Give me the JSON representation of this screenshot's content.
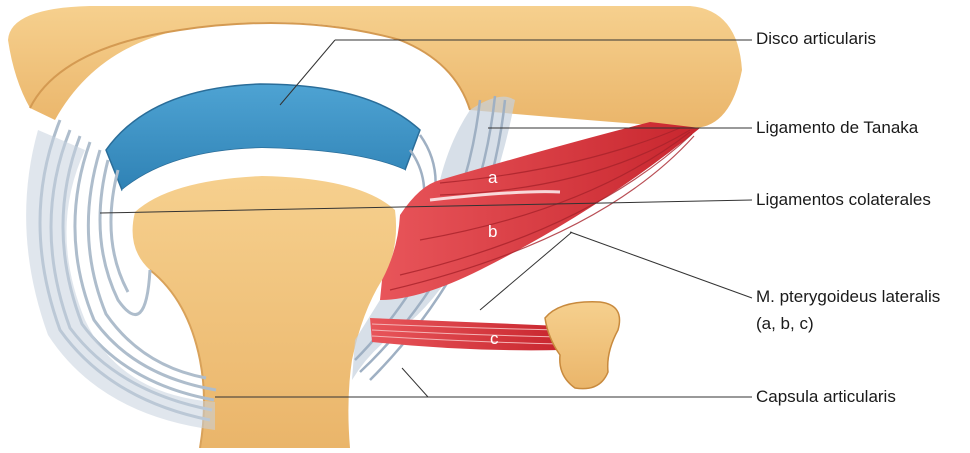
{
  "labels": {
    "disco": "Disco articularis",
    "tanaka": "Ligamento de Tanaka",
    "colaterales": "Ligamentos colaterales",
    "pterygoideus_line1": "M. pterygoideus lateralis",
    "pterygoideus_line2": "(a, b, c)",
    "capsula": "Capsula articularis"
  },
  "muscle_labels": {
    "a": "a",
    "b": "b",
    "c": "c"
  },
  "colors": {
    "bone": "#f2c47d",
    "bone_shadow": "#dca35a",
    "disc": "#3f95c7",
    "ligament": "#c6d2de",
    "ligament_dark": "#8a9cb0",
    "muscle": "#d63a3f",
    "muscle_dark": "#a8232b",
    "leader": "#333333"
  }
}
